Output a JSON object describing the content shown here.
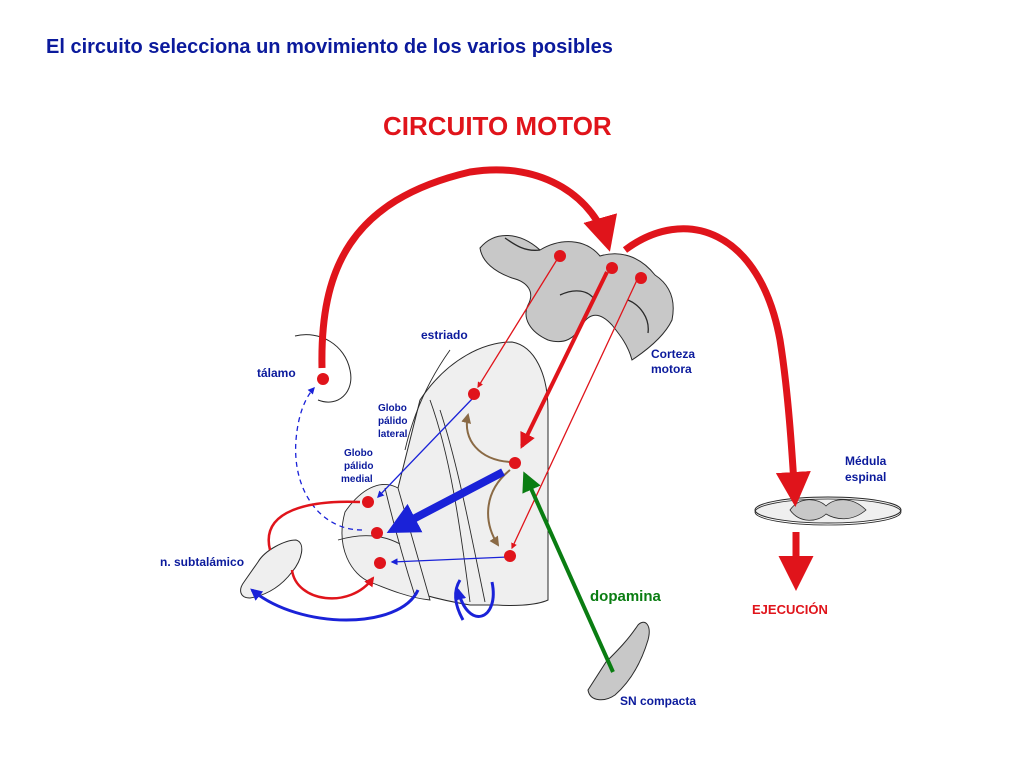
{
  "heading": "El circuito selecciona un movimiento de los varios posibles",
  "diagram_title": "CIRCUITO MOTOR",
  "labels": {
    "estriado": "estriado",
    "corteza_1": "Corteza",
    "corteza_2": "motora",
    "talamo": "tálamo",
    "gp_lateral_1": "Globo",
    "gp_lateral_2": "pálido",
    "gp_lateral_3": "lateral",
    "gp_medial_1": "Globo",
    "gp_medial_2": "pálido",
    "gp_medial_3": "medial",
    "subtalamico": "n. subtalámico",
    "medula_1": "Médula",
    "medula_2": "espinal",
    "dopamina": "dopamina",
    "ejecucion": "EJECUCIÓN",
    "sn_compacta": "SN compacta"
  },
  "colors": {
    "heading": "#0b1a9c",
    "excitatory": "#e0141b",
    "inhibitory": "#1a22d8",
    "dopamine": "#0a7d12",
    "modulatory": "#8a6a45",
    "tissue": "#c8c8c8"
  }
}
